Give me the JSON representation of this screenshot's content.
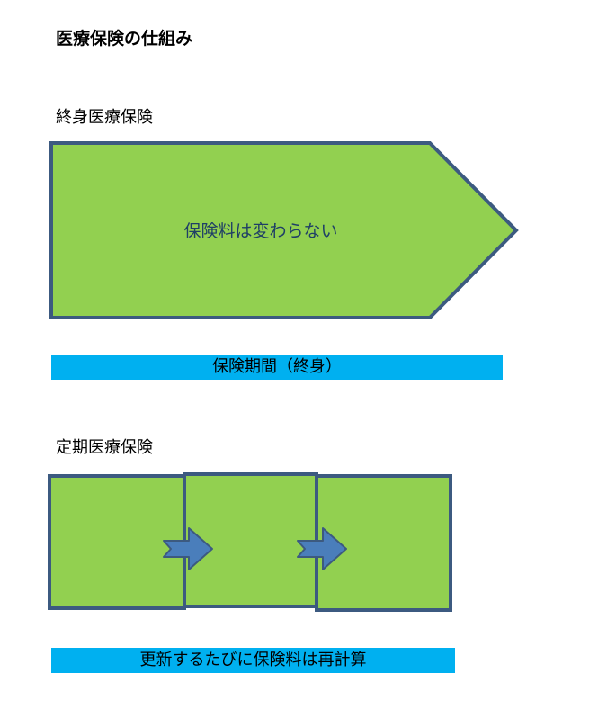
{
  "title": "医療保険の仕組み",
  "lifetime": {
    "label": "終身医療保険",
    "shape_text": "保険料は変わらない",
    "band_text": "保険期間（終身）"
  },
  "term": {
    "label": "定期医療保険",
    "block_count": 3,
    "band_text": "更新するたびに保険料は再計算"
  },
  "colors": {
    "shape_fill": "#92d050",
    "shape_stroke": "#3c5a80",
    "arrow_fill": "#4a7ebb",
    "band_fill": "#00b0f0",
    "shape_text": "#1f3f66"
  },
  "icons": {
    "renewal_arrow": "right-arrow-icon",
    "lifetime_shape": "pentagon-arrow"
  }
}
